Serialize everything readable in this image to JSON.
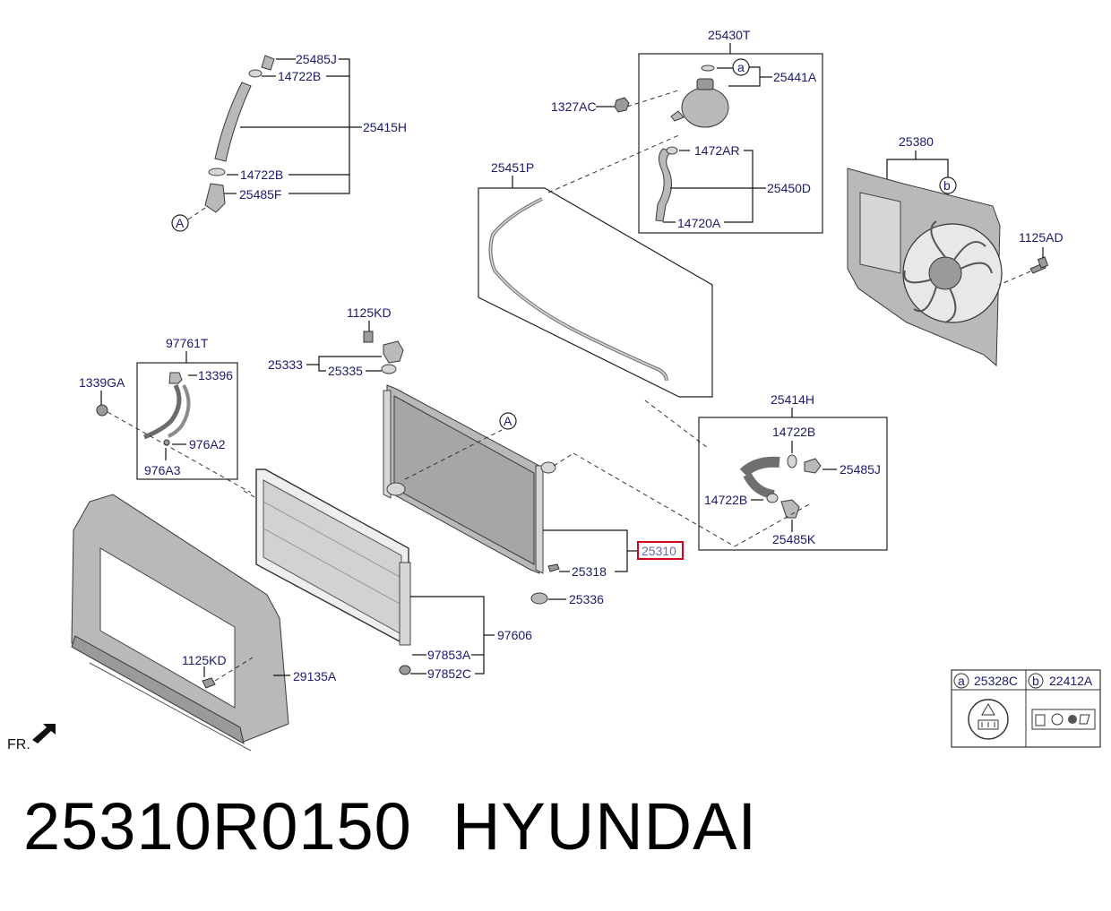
{
  "diagram": {
    "labels": {
      "p25485J_top": "25485J",
      "p14722B_top": "14722B",
      "p25415H": "25415H",
      "p14722B_mid": "14722B",
      "p25485F": "25485F",
      "p25430T": "25430T",
      "p25441A": "25441A",
      "p1327AC": "1327AC",
      "p1472AR": "1472AR",
      "p25450D": "25450D",
      "p14720A": "14720A",
      "p25451P": "25451P",
      "p25380": "25380",
      "p1125AD": "1125AD",
      "p1125KD_top": "1125KD",
      "p25333": "25333",
      "p25335": "25335",
      "p97761T": "97761T",
      "p13396": "13396",
      "p1339GA": "1339GA",
      "p976A2": "976A2",
      "p976A3": "976A3",
      "p25414H": "25414H",
      "p14722B_r1": "14722B",
      "p25485J_r": "25485J",
      "p14722B_r2": "14722B",
      "p25485K": "25485K",
      "p25310": "25310",
      "p25318": "25318",
      "p25336": "25336",
      "p97606": "97606",
      "p97853A": "97853A",
      "p97852C": "97852C",
      "p1125KD_bot": "1125KD",
      "p29135A": "29135A",
      "fr": "FR.",
      "callout_a": "a",
      "callout_b": "b",
      "ref_A": "A"
    },
    "legend": {
      "a_letter": "a",
      "a_part": "25328C",
      "b_letter": "b",
      "b_part": "22412A"
    },
    "highlight_color": "#d9001b"
  },
  "footer": {
    "part_number": "25310R0150",
    "brand": "HYUNDAI"
  }
}
